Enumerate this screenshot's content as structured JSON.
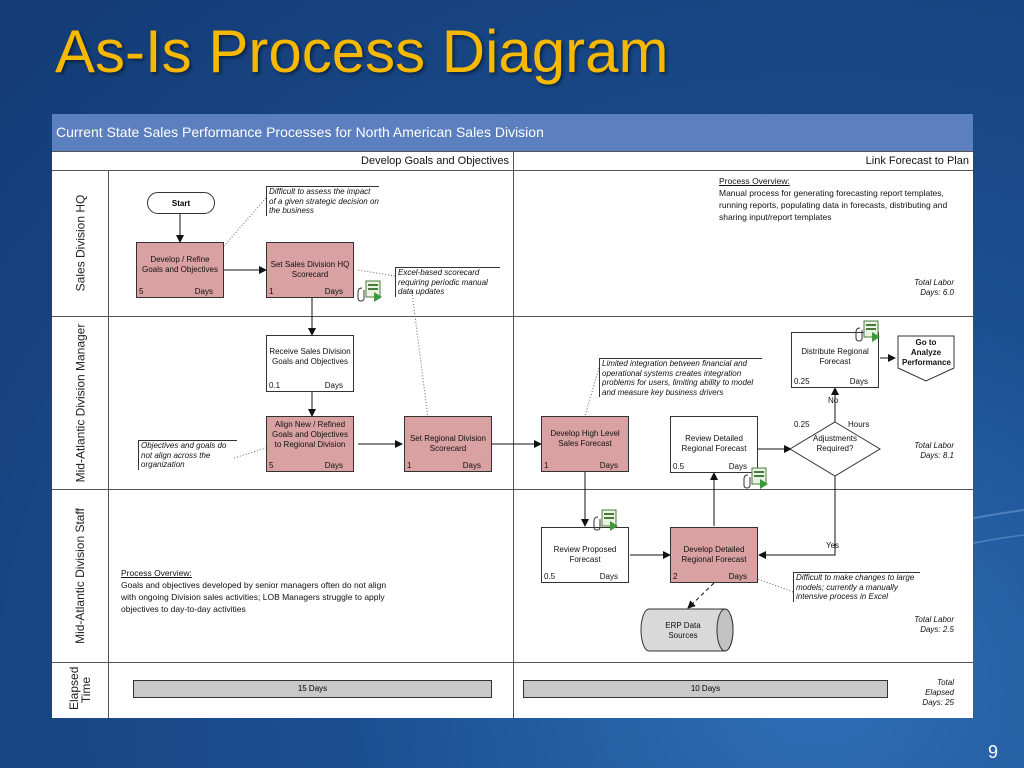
{
  "slide": {
    "title": "As-Is Process Diagram",
    "page_number": "9"
  },
  "diagram": {
    "header": "Current State Sales Performance Processes for North American Sales Division",
    "phases": [
      "Develop Goals and Objectives",
      "Link Forecast to Plan"
    ],
    "lanes": [
      "Sales Division HQ",
      "Mid-Atlantic Division Manager",
      "Mid-Atlantic Division Staff",
      "Elapsed Time"
    ],
    "start_label": "Start",
    "tasks": {
      "develop_refine": {
        "label": "Develop / Refine Goals and Objectives",
        "value": "5",
        "unit": "Days"
      },
      "set_hq_scorecard": {
        "label": "Set Sales Division HQ Scorecard",
        "value": "1",
        "unit": "Days"
      },
      "receive_goals": {
        "label": "Receive Sales Division Goals and Objectives",
        "value": "0.1",
        "unit": "Days"
      },
      "align_goals": {
        "label": "Align New / Refined Goals and Objectives to Regional Division",
        "value": "5",
        "unit": "Days"
      },
      "set_regional_scorecard": {
        "label": "Set Regional Division Scorecard",
        "value": "1",
        "unit": "Days"
      },
      "develop_high_level": {
        "label": "Develop High Level Sales Forecast",
        "value": "1",
        "unit": "Days"
      },
      "review_detailed": {
        "label": "Review Detailed Regional Forecast",
        "value": "0.5",
        "unit": "Days"
      },
      "distribute_forecast": {
        "label": "Distribute Regional Forecast",
        "value": "0.25",
        "unit": "Days"
      },
      "review_proposed": {
        "label": "Review Proposed Forecast",
        "value": "0.5",
        "unit": "Days"
      },
      "develop_detailed": {
        "label": "Develop Detailed Regional Forecast",
        "value": "2",
        "unit": "Days"
      }
    },
    "decision": {
      "label": "Adjustments Required?",
      "value": "0.25",
      "unit": "Hours",
      "no_label": "No",
      "yes_label": "Yes"
    },
    "goto": "Go to Analyze Performance",
    "erp": "ERP Data Sources",
    "notes": {
      "difficult_assess": "Difficult to assess the impact of a given strategic decision on the business",
      "excel_scorecard": "Excel-based scorecard requiring periodic manual data updates",
      "limited_integration": "Limited integration between financial and operational systems creates integration problems for users, limiting ability to model and measure key business drivers",
      "objectives_align": "Objectives and goals do not align across the organization",
      "difficult_changes": "Difficult to make changes to large models; currently a manually intensive process in Excel"
    },
    "overview_right": {
      "title": "Process Overview:",
      "text": "Manual process for generating forecasting report templates, running reports, populating data in forecasts, distributing  and sharing input/report templates"
    },
    "overview_left": {
      "title": "Process Overview:",
      "text": "Goals and objectives developed by senior managers often do not align with ongoing Division sales activities; LOB Managers struggle to apply objectives to day-to-day activities"
    },
    "totals": {
      "hq": [
        "Total Labor",
        "Days: 6.0"
      ],
      "manager": [
        "Total Labor",
        "Days: 8.1"
      ],
      "staff": [
        "Total Labor",
        "Days: 2.5"
      ],
      "elapsed": [
        "Total",
        "Elapsed",
        "Days: 25"
      ]
    },
    "elapsed_bars": [
      "15 Days",
      "10 Days"
    ],
    "colors": {
      "task_fill": "#d9a1a1",
      "header_fill": "#5b7fbf",
      "title": "#f6b800"
    },
    "icons": [
      "excel-attachment-icon"
    ]
  }
}
